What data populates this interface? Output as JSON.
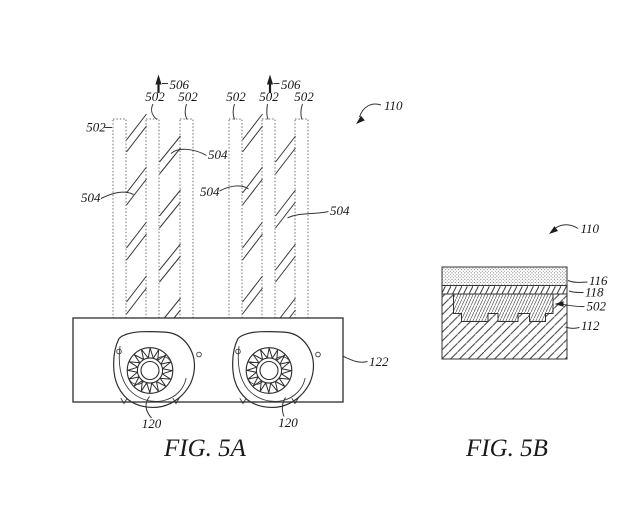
{
  "figure": {
    "captions": {
      "fig_a": "FIG. 5A",
      "fig_b": "FIG. 5B"
    },
    "refs": {
      "n110": "110",
      "n112": "112",
      "n116": "116",
      "n118": "118",
      "n120": "120",
      "n122": "122",
      "n502": "502",
      "n504": "504",
      "n506": "506"
    },
    "colors": {
      "line": "#2e2e2e",
      "paper": "#ffffff"
    }
  }
}
